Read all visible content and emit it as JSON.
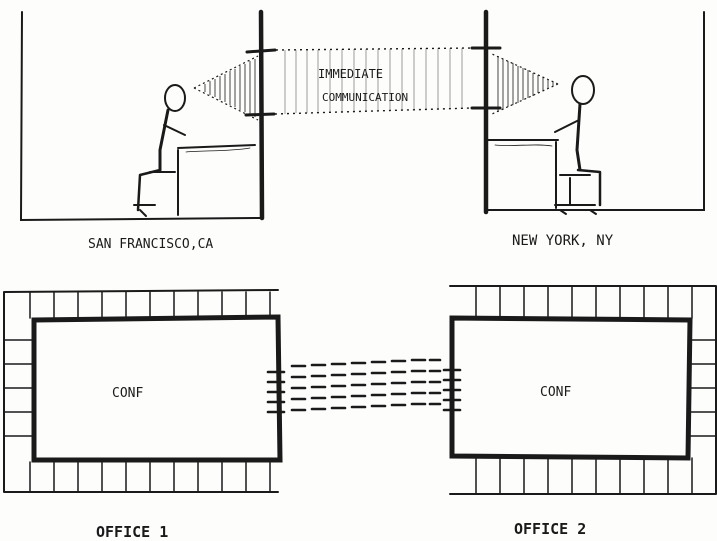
{
  "top_panel": {
    "left_label": "SAN FRANCISCO,CA",
    "right_label": "NEW YORK, NY",
    "link_label_line1": "IMMEDIATE",
    "link_label_line2": "COMMUNICATION"
  },
  "bottom_panel": {
    "left_room_label": "CONF",
    "right_room_label": "CONF",
    "left_office_label": "OFFICE 1",
    "right_office_label": "OFFICE 2"
  },
  "colors": {
    "ink": "#1a1a1a",
    "paper": "#fdfdfb"
  }
}
